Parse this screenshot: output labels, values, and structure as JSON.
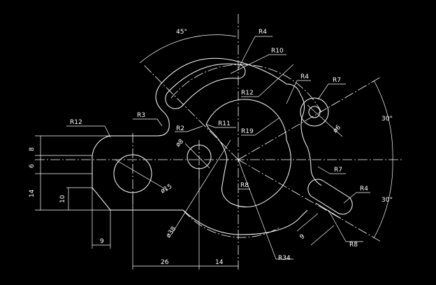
{
  "drawing": {
    "background": "#000000",
    "line_color": "#ffffff",
    "labels": {
      "angle_top": "45°",
      "angle_right_upper": "30°",
      "angle_right_lower": "30°",
      "r4_top": "R4",
      "r10": "R10",
      "r4_mid": "R4",
      "r7_top": "R7",
      "r12_mid": "R12",
      "r12_left": "R12",
      "r3": "R3",
      "r2": "R2",
      "r11": "R11",
      "r19": "R19",
      "phi8": "ø8",
      "phi6": "ø6",
      "phi15": "ø15",
      "phi38": "ø38",
      "r8_inner": "R8",
      "r7_right": "R7",
      "r4_bottom": "R4",
      "r8_bottom": "R8",
      "r34": "R34",
      "dim_8": "8",
      "dim_6": "6",
      "dim_14_v": "14",
      "dim_10": "10",
      "dim_9_left": "9",
      "dim_26": "26",
      "dim_14_h": "14",
      "dim_9_slot": "9"
    }
  }
}
